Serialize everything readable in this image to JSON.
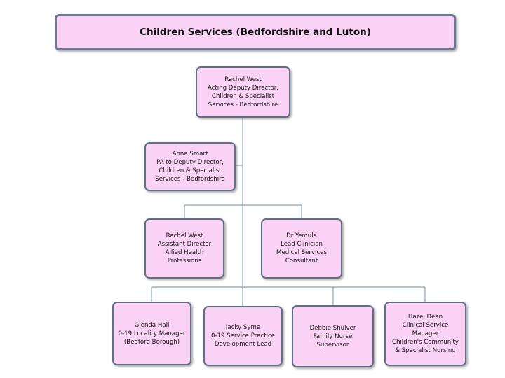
{
  "title": "Children Services (Bedfordshire and Luton)",
  "nodes": {
    "director": "Rachel West\nActing Deputy  Director,\nChildren & Specialist\nServices - Bedfordshire",
    "pa": "Anna Smart\nPA to Deputy Director,\nChildren & Specialist\nServices - Bedfordshire",
    "assistant_director": "Rachel West\nAssistant Director\nAllied Health\nProfessions",
    "lead_clinician": "Dr Yemula\nLead Clinician\nMedical Services\nConsultant",
    "locality_manager": "Glenda Hall\n0-19 Locality Manager\n(Bedford Borough)",
    "practice_lead": "Jacky Syme\n0-19 Service Practice\nDevelopment Lead",
    "nurse_supervisor": "Debbie Shulver\nFamily Nurse\nSupervisor",
    "clinical_manager": "Hazel Dean\nClinical Service\nManager\nChildren's Community\n& Specialist Nursing"
  }
}
